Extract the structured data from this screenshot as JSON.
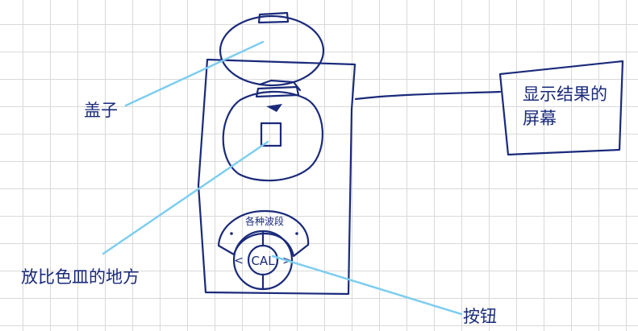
{
  "labels": {
    "lid": "盖子",
    "dish_slot": "放比色皿的地方",
    "button": "按钮",
    "screen": "显示结果的屏幕"
  },
  "device": {
    "wavelength_label": "各种波段",
    "cal_label": "CAL",
    "left_arrow": "<",
    "right_arrow": ">"
  },
  "colors": {
    "ink": "#1a2a7a",
    "pointer": "#7ecdf0",
    "grid": "#d9d9d9"
  }
}
